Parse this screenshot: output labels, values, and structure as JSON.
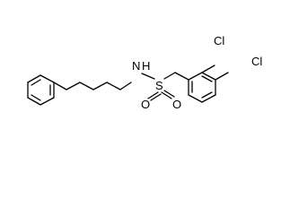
{
  "molecule": {
    "atoms": {
      "nitrogen": "N",
      "hydrogen": "H",
      "sulfur": "S",
      "oxygen_1": "O",
      "oxygen_2": "O",
      "chlorine_1": "Cl",
      "chlorine_2": "Cl"
    }
  },
  "colors": {
    "background": "#ffffff",
    "ink": "#000000"
  }
}
